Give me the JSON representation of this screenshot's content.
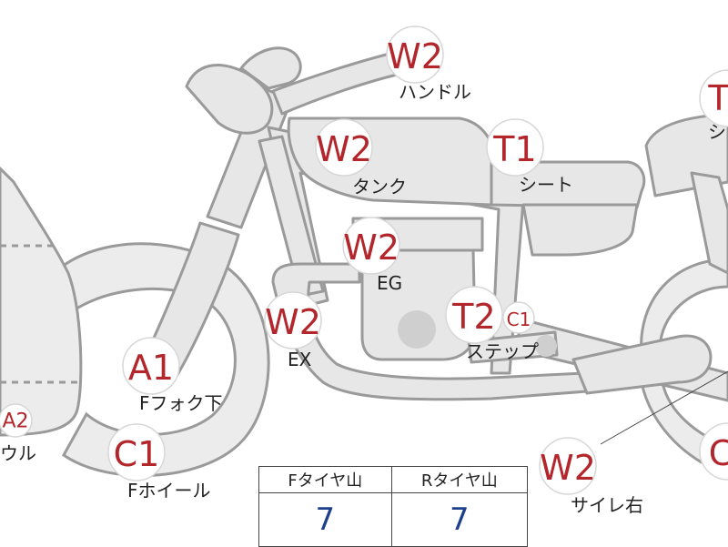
{
  "badges": [
    {
      "id": "handle",
      "code": "W2",
      "label": "ハンドル"
    },
    {
      "id": "top-right",
      "code": "T",
      "label": "シ"
    },
    {
      "id": "tank",
      "code": "W2",
      "label": "タンク"
    },
    {
      "id": "seat",
      "code": "T1",
      "label": "シート"
    },
    {
      "id": "eg",
      "code": "W2",
      "label": "EG"
    },
    {
      "id": "ex",
      "code": "W2",
      "label": "EX"
    },
    {
      "id": "step",
      "code": "T2",
      "label": "ステップ"
    },
    {
      "id": "step-c1",
      "code": "C1",
      "label": ""
    },
    {
      "id": "f-fork",
      "code": "A1",
      "label": "Fフォク下"
    },
    {
      "id": "cowl",
      "code": "A2",
      "label": "ウル"
    },
    {
      "id": "f-wheel",
      "code": "C1",
      "label": "Fホイール"
    },
    {
      "id": "silencer-right",
      "code": "W2",
      "label": "サイレ右"
    },
    {
      "id": "rear-right",
      "code": "C",
      "label": ""
    }
  ],
  "tire_table": {
    "headers": [
      "Fタイヤ山",
      "Rタイヤ山"
    ],
    "values": [
      "7",
      "7"
    ]
  },
  "colors": {
    "code_red": "#b3262b",
    "value_blue": "#1d3f8c",
    "part_fill": "#e6e7e6",
    "part_stroke": "#9a9a9a"
  }
}
